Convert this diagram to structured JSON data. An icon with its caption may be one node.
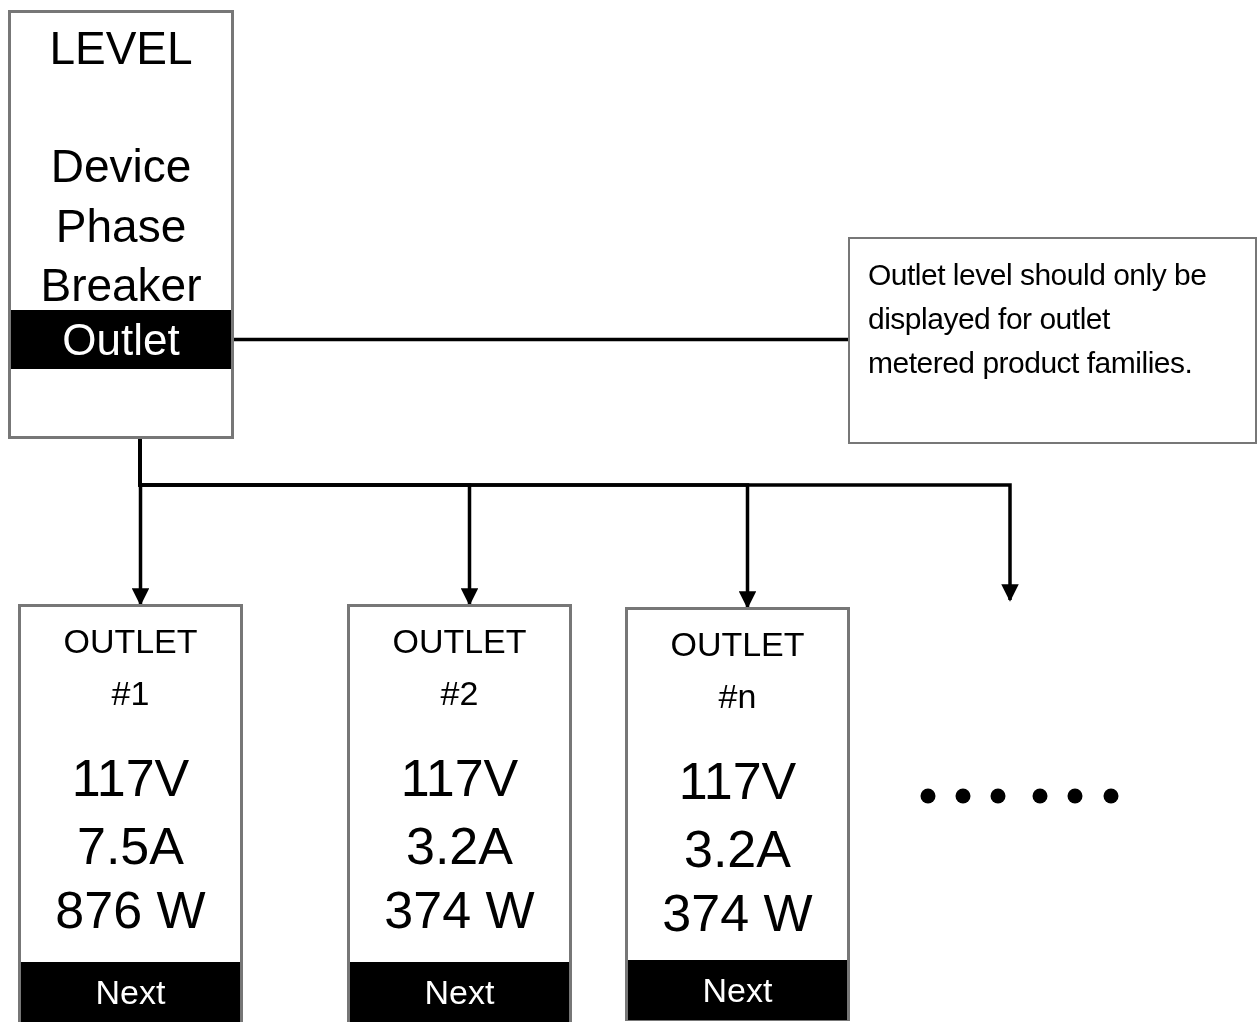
{
  "diagram": {
    "nodes": [
      {
        "text": [
          "LEVEL",
          "Device",
          "Phase",
          "Breaker"
        ]
      },
      {
        "text": [
          "Outlet"
        ],
        "in": 0
      },
      {
        "text": [
          "Outlet level should only be displayed for outlet metered product families."
        ]
      },
      {
        "text": [
          "OUTLET #1",
          "117V",
          "7.5A",
          "876 W"
        ]
      },
      {
        "text": [
          "Next"
        ],
        "in": 3
      },
      {
        "text": [
          "OUTLET #2",
          "117V",
          "3.2A",
          "374 W"
        ]
      },
      {
        "text": [
          "Next"
        ],
        "in": 5
      },
      {
        "text": [
          "OUTLET #n",
          "117V",
          "3.2A",
          "374 W"
        ]
      },
      {
        "text": [
          "Next"
        ],
        "in": 7
      }
    ],
    "edges": [
      {
        "from": 1,
        "to": 2,
        "arrow": "none"
      },
      {
        "from": 0,
        "to": 3,
        "arrow": "to"
      },
      {
        "from": 0,
        "to": 5,
        "arrow": "to"
      },
      {
        "from": 0,
        "to": 7,
        "arrow": "to"
      },
      {
        "from": 0,
        "to": null,
        "arrow": "to"
      }
    ]
  }
}
